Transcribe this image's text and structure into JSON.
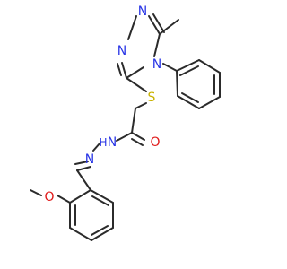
{
  "molecule": {
    "atoms": {
      "n_triazole_top": {
        "symbol": "N",
        "color": "#2a36e6"
      },
      "n_triazole_left": {
        "symbol": "N",
        "color": "#2a36e6"
      },
      "n_triazole_phenyl": {
        "symbol": "N",
        "color": "#2a36e6"
      },
      "sulfur": {
        "symbol": "S",
        "color": "#c9b200"
      },
      "carbonyl_oxygen": {
        "symbol": "O",
        "color": "#e01818"
      },
      "amide_nitrogen": {
        "symbol": "N",
        "color": "#2a36e6"
      },
      "amide_hydrogen": {
        "symbol": "H",
        "color": "#2a36e6"
      },
      "imine_nitrogen": {
        "symbol": "N",
        "color": "#2a36e6"
      },
      "methoxy_oxygen": {
        "symbol": "O",
        "color": "#e01818"
      }
    },
    "bond_color": "#2b2b2b"
  }
}
